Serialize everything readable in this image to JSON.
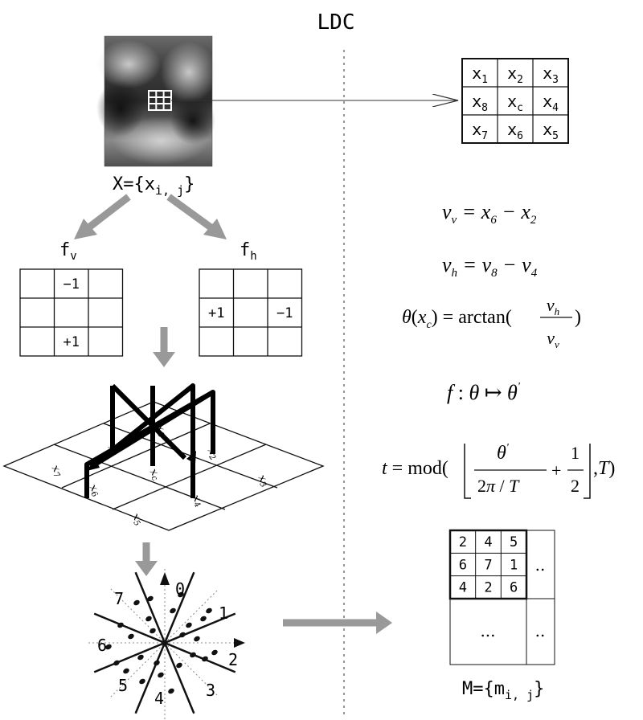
{
  "title": "LDC",
  "image_label": "X={x",
  "image_label_sub": "i, j",
  "image_label_close": "}",
  "filters": {
    "fv_label": "f",
    "fv_sub": "v",
    "fh_label": "f",
    "fh_sub": "h",
    "fv_cells": [
      "",
      "−1",
      "",
      "",
      "",
      "",
      "",
      "+1",
      ""
    ],
    "fh_cells": [
      "",
      "",
      "",
      "+1",
      "",
      "−1",
      "",
      "",
      ""
    ]
  },
  "neighborhood": {
    "cells": [
      {
        "base": "x",
        "sub": "1"
      },
      {
        "base": "x",
        "sub": "2"
      },
      {
        "base": "x",
        "sub": "3"
      },
      {
        "base": "x",
        "sub": "8"
      },
      {
        "base": "x",
        "sub": "c"
      },
      {
        "base": "x",
        "sub": "4"
      },
      {
        "base": "x",
        "sub": "7"
      },
      {
        "base": "x",
        "sub": "6"
      },
      {
        "base": "x",
        "sub": "5"
      }
    ]
  },
  "perspective_grid_labels": [
    "x1",
    "x2",
    "x3",
    "x8",
    "xc",
    "x4",
    "x7",
    "x6",
    "x5"
  ],
  "formulas": {
    "vv": "v_v = x_6 − x_2",
    "vh": "v_h = v_8 − v_4",
    "theta": "θ(x_c) = arctan(v_h / v_v)",
    "mapping": "f : θ ↦ θ'",
    "t": "t = mod(⌊θ' / (2π/T) + 1/2⌋, T)"
  },
  "orientation_bins": [
    "0",
    "1",
    "2",
    "3",
    "4",
    "5",
    "6",
    "7"
  ],
  "matrix": {
    "cells": [
      "2",
      "4",
      "5",
      "6",
      "7",
      "1",
      "4",
      "2",
      "6"
    ],
    "ellipsis_right": "..",
    "ellipsis_bottom": "...",
    "ellipsis_corner": "..",
    "label": "M={m",
    "label_sub": "i, j",
    "label_close": "}"
  }
}
